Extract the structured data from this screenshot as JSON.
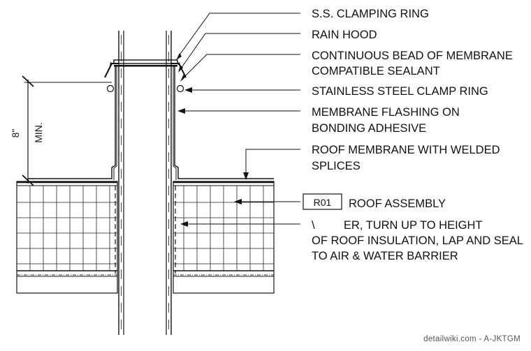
{
  "callouts": [
    {
      "lines": [
        "S.S. CLAMPING RING"
      ]
    },
    {
      "lines": [
        "RAIN HOOD"
      ]
    },
    {
      "lines": [
        "CONTINUOUS BEAD OF MEMBRANE",
        "COMPATIBLE SEALANT"
      ]
    },
    {
      "lines": [
        "STAINLESS STEEL CLAMP RING"
      ]
    },
    {
      "lines": [
        "MEMBRANE FLASHING ON",
        "BONDING ADHESIVE"
      ]
    },
    {
      "lines": [
        "ROOF MEMBRANE WITH WELDED",
        "SPLICES"
      ]
    },
    {
      "lines": [
        "ROOF ASSEMBLY"
      ],
      "tag": "R01"
    },
    {
      "lines": [
        "\\         ER, TURN UP TO HEIGHT",
        "OF ROOF INSULATION, LAP AND SEAL",
        "TO AIR & WATER BARRIER"
      ]
    }
  ],
  "dimension": {
    "value": "8\"",
    "qualifier": "MIN."
  },
  "watermark": "detailwiki.com - A-JKTGM"
}
